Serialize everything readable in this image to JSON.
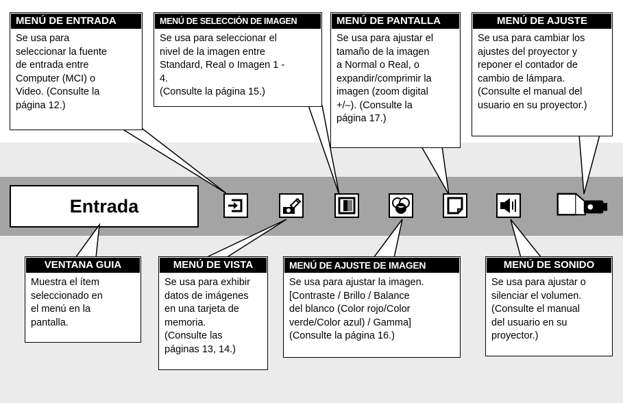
{
  "guide_window": {
    "label": "Entrada"
  },
  "menu_icons": [
    {
      "name": "input-menu-icon"
    },
    {
      "name": "image-select-menu-icon"
    },
    {
      "name": "screen-menu-icon"
    },
    {
      "name": "image-adjust-menu-icon"
    },
    {
      "name": "view-menu-icon"
    },
    {
      "name": "sound-menu-icon"
    },
    {
      "name": "setting-menu-icon"
    }
  ],
  "callouts": {
    "entrada": {
      "title": "MENÚ DE ENTRADA",
      "lines": [
        "Se usa para",
        "seleccionar la fuente",
        "de entrada entre",
        "Computer (MCI) o",
        "Video. (Consulte la",
        "página 12.)"
      ]
    },
    "seleccion": {
      "title": "MENÚ DE SELECCIÓN DE IMAGEN",
      "lines": [
        "Se usa para seleccionar el",
        "nivel de la imagen entre",
        "Standard, Real o Imagen 1 -",
        "4.",
        "(Consulte la página 15.)"
      ]
    },
    "pantalla": {
      "title": "MENÚ DE PANTALLA",
      "lines": [
        "Se usa para ajustar el",
        "tamaño de la imagen",
        "a Normal o Real, o",
        "expandir/comprimir la",
        "imagen (zoom digital",
        "+/–). (Consulte la",
        "página 17.)"
      ]
    },
    "ajuste": {
      "title": "MENÚ DE AJUSTE",
      "lines": [
        "Se usa para cambiar los",
        "ajustes del proyector y",
        "reponer el contador de",
        "cambio de lámpara.",
        "(Consulte el manual del",
        "usuario en su proyector.)"
      ]
    },
    "guia": {
      "title": "VENTANA GUIA",
      "lines": [
        "Muestra el ítem",
        "seleccionado en",
        "el menú en la",
        "pantalla."
      ]
    },
    "vista": {
      "title": "MENÚ DE VISTA",
      "lines": [
        "Se usa para exhibir",
        "datos de imágenes",
        "en una tarjeta de",
        "memoria.",
        "(Consulte las",
        "páginas 13, 14.)"
      ]
    },
    "ajuste_imagen": {
      "title": "MENÚ DE AJUSTE DE IMAGEN",
      "lines": [
        "Se usa para ajustar la imagen.",
        "[Contraste / Brillo / Balance",
        "del blanco (Color rojo/Color",
        "verde/Color azul) / Gamma]",
        "(Consulte la página 16.)"
      ]
    },
    "sonido": {
      "title": "MENÚ DE SONIDO",
      "lines": [
        "Se usa para ajustar o",
        "silenciar el volumen.",
        "(Consulte el manual",
        "del usuario en su",
        "proyector.)"
      ]
    }
  }
}
